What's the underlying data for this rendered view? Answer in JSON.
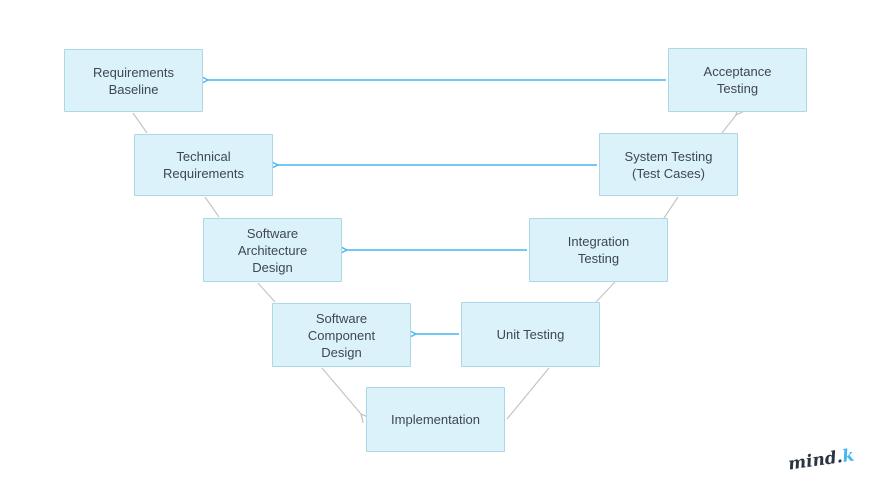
{
  "diagram": {
    "type": "v-model-process-diagram",
    "nodes": [
      {
        "id": "requirements-baseline",
        "label": "Requirements\nBaseline"
      },
      {
        "id": "technical-requirements",
        "label": "Technical\nRequirements"
      },
      {
        "id": "software-architecture-design",
        "label": "Software\nArchitecture\nDesign"
      },
      {
        "id": "software-component-design",
        "label": "Software\nComponent\nDesign"
      },
      {
        "id": "implementation",
        "label": "Implementation"
      },
      {
        "id": "unit-testing",
        "label": "Unit Testing"
      },
      {
        "id": "integration-testing",
        "label": "Integration\nTesting"
      },
      {
        "id": "system-testing",
        "label": "System Testing\n(Test Cases)"
      },
      {
        "id": "acceptance-testing",
        "label": "Acceptance\nTesting"
      }
    ],
    "blue_arrows": [
      {
        "from": "acceptance-testing",
        "to": "requirements-baseline"
      },
      {
        "from": "system-testing",
        "to": "technical-requirements"
      },
      {
        "from": "integration-testing",
        "to": "software-architecture-design"
      },
      {
        "from": "unit-testing",
        "to": "software-component-design"
      }
    ],
    "gray_connectors": [
      {
        "from": "requirements-baseline",
        "to": "technical-requirements",
        "arrowhead": false
      },
      {
        "from": "technical-requirements",
        "to": "software-architecture-design",
        "arrowhead": false
      },
      {
        "from": "software-architecture-design",
        "to": "software-component-design",
        "arrowhead": false
      },
      {
        "from": "software-component-design",
        "to": "implementation",
        "arrowhead": true
      },
      {
        "from": "implementation",
        "to": "unit-testing",
        "arrowhead": false
      },
      {
        "from": "unit-testing",
        "to": "integration-testing",
        "arrowhead": false
      },
      {
        "from": "integration-testing",
        "to": "system-testing",
        "arrowhead": false
      },
      {
        "from": "system-testing",
        "to": "acceptance-testing",
        "arrowhead": true
      }
    ]
  },
  "colors": {
    "background": "#ffffff",
    "node_fill": "#dbf2fb",
    "node_border": "#aed7e6",
    "node_text": "#3f4750",
    "arrow_blue": "#45b6f0",
    "connector_gray": "#c5c5c5",
    "logo_dark": "#2b3440",
    "logo_accent": "#45b6f0"
  },
  "logo": {
    "dark": "mind.",
    "accent": "k"
  }
}
